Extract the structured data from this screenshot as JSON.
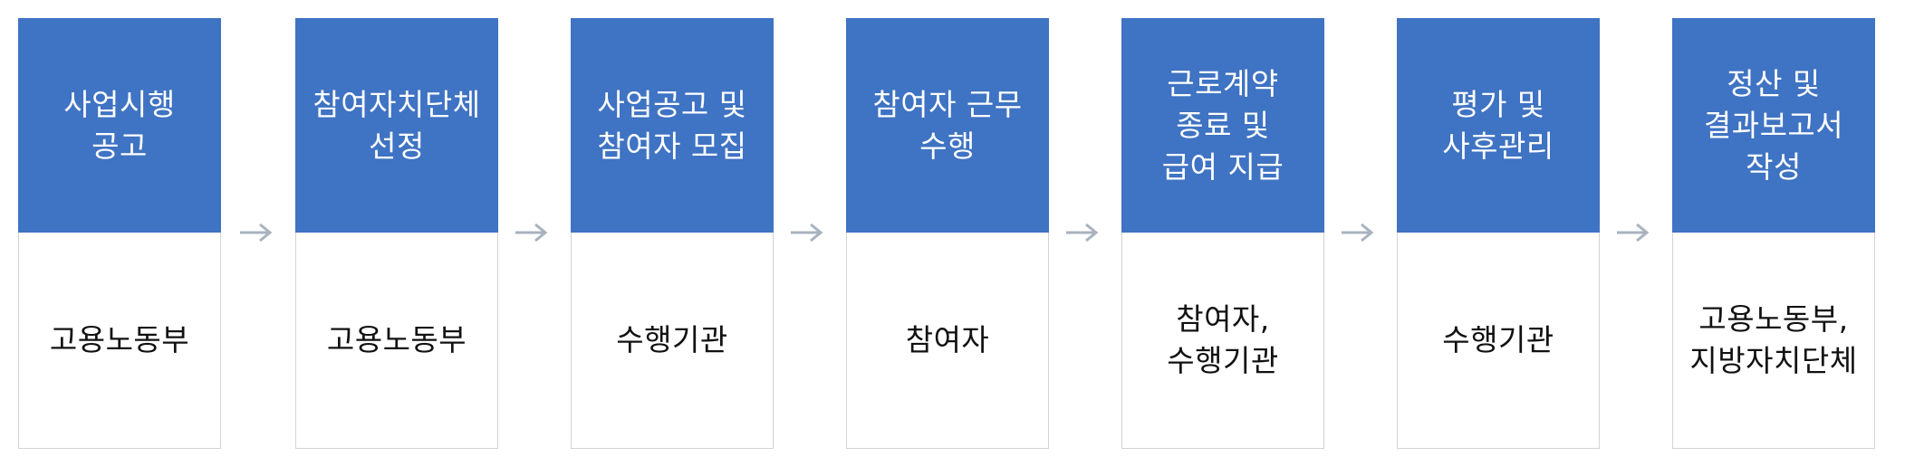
{
  "colors": {
    "header_fill": "#3f73c3",
    "header_text": "#ffffff",
    "body_border": "#d3d3d3",
    "body_text": "#111111",
    "arrow": "#a9b2bf"
  },
  "arrow_icon": "right-arrow-icon",
  "steps": [
    {
      "title": "사업시행\n공고",
      "agent": "고용노동부"
    },
    {
      "title": "참여자치단체\n선정",
      "agent": "고용노동부"
    },
    {
      "title": "사업공고 및\n참여자 모집",
      "agent": "수행기관"
    },
    {
      "title": "참여자 근무\n수행",
      "agent": "참여자"
    },
    {
      "title": "근로계약\n종료 및\n급여 지급",
      "agent": "참여자,\n수행기관"
    },
    {
      "title": "평가 및\n사후관리",
      "agent": "수행기관"
    },
    {
      "title": "정산 및\n결과보고서\n작성",
      "agent": "고용노동부,\n지방자치단체"
    }
  ]
}
